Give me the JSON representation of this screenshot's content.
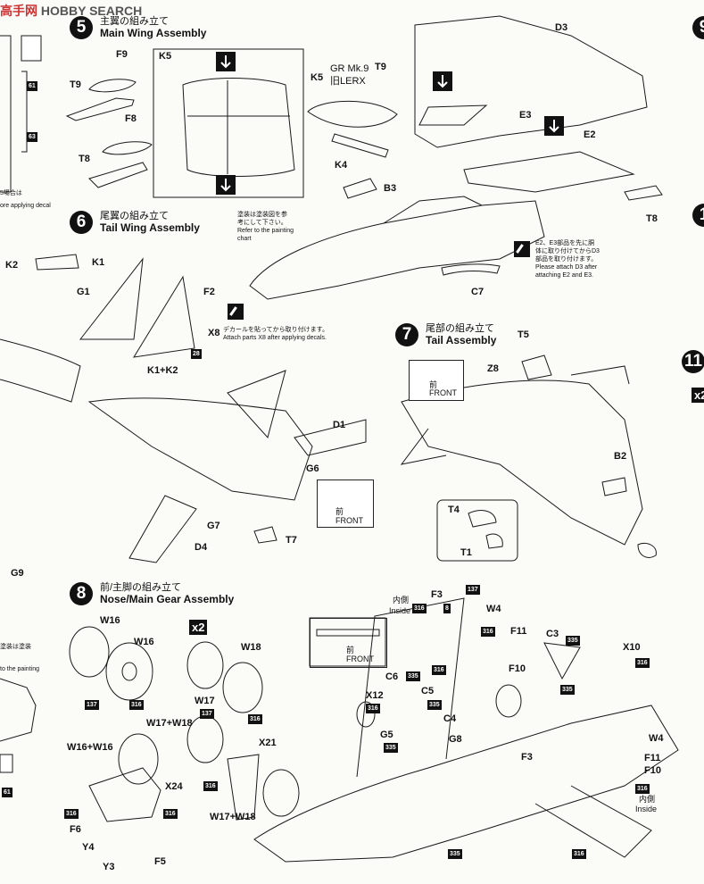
{
  "watermark": {
    "cn": "高手网",
    "en": "HOBBY SEARCH"
  },
  "left_strip": {
    "code1": "61",
    "code2": "63",
    "code3": "61",
    "text1": "5場合は",
    "text2": "ore applying decal",
    "text3": "塗装は塗装",
    "text4": "to the painting"
  },
  "step5": {
    "number": "5",
    "title_jp": "主翼の組み立て",
    "title_en": "Main Wing Assembly"
  },
  "step6": {
    "number": "6",
    "title_jp": "尾翼の組み立て",
    "title_en": "Tail Wing Assembly"
  },
  "step7": {
    "number": "7",
    "title_jp": "尾部の組み立て",
    "title_en": "Tail Assembly"
  },
  "step8": {
    "number": "8",
    "title_jp": "前/主脚の組み立て",
    "title_en": "Nose/Main Gear Assembly"
  },
  "right_edge": {
    "a": "9",
    "b": "1",
    "c": "11",
    "d": "x2"
  },
  "parts": {
    "F9": "F9",
    "T9a": "T9",
    "F8": "F8",
    "T8a": "T8",
    "K5a": "K5",
    "K5b": "K5",
    "K4": "K4",
    "B3": "B3",
    "D3": "D3",
    "E3": "E3",
    "E2": "E2",
    "T8b": "T8",
    "T9b": "T9",
    "C7": "C7",
    "K2": "K2",
    "K1": "K1",
    "G1": "G1",
    "F2": "F2",
    "X8": "X8",
    "K1K2": "K1+K2",
    "D1": "D1",
    "G6": "G6",
    "G7": "G7",
    "D4": "D4",
    "T7": "T7",
    "G9": "G9",
    "T5": "T5",
    "Z8": "Z8",
    "B2": "B2",
    "T4": "T4",
    "T1": "T1",
    "W16a": "W16",
    "W16b": "W16",
    "W18": "W18",
    "W17": "W17",
    "W17W18a": "W17+W18",
    "W16W16": "W16+W16",
    "X21": "X21",
    "X24": "X24",
    "W17W18b": "W17+W18",
    "F6": "F6",
    "Y4": "Y4",
    "Y3": "Y3",
    "F5": "F5",
    "F3a": "F3",
    "W4a": "W4",
    "F11a": "F11",
    "F10a": "F10",
    "C3": "C3",
    "X10": "X10",
    "C6": "C6",
    "C5": "C5",
    "X12": "X12",
    "C4": "C4",
    "G5": "G5",
    "G8": "G8",
    "F3b": "F3",
    "W4b": "W4",
    "F11b": "F11",
    "F10b": "F10"
  },
  "labels": {
    "grmk9": "GR Mk.9",
    "oldlerx": "旧LERX",
    "inside_jp1": "内側",
    "inside_en1": "Inside",
    "inside_jp2": "内側",
    "inside_en2": "Inside",
    "num8": "8",
    "num28": "28"
  },
  "colors": {
    "c137": "137",
    "c316": "316",
    "c335": "335"
  },
  "notes": {
    "paint_jp1": "塗装は塗装図を参",
    "paint_jp2": "考にして下さい。",
    "paint_en1": "Refer to the painting",
    "paint_en2": "chart",
    "e2e3_jp1": "E2、E3部品を先に胴",
    "e2e3_jp2": "体に取り付けてからD3",
    "e2e3_jp3": "部品を取り付けます。",
    "e2e3_en1": "Please attach D3 after",
    "e2e3_en2": "attaching E2 and E3.",
    "x8_jp": "デカールを貼ってから取り付けます。",
    "x8_en": "Attach parts X8 after applying decals."
  },
  "front_boxes": {
    "jp": "前",
    "en": "FRONT"
  }
}
